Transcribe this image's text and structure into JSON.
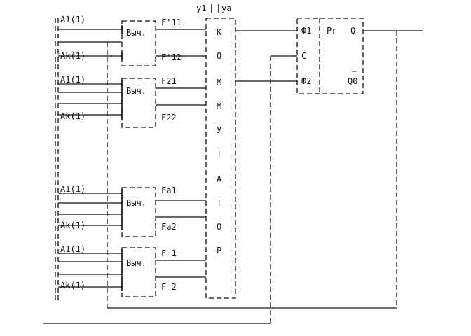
{
  "inputs": {
    "a1": "A1(1)",
    "ak": "Ak(1)"
  },
  "calc_label": "Выч.",
  "outputs": {
    "f11": "F'11",
    "f12": "F'12",
    "f21": "F21",
    "f22": "F22",
    "fa1": "Fa1",
    "fa2": "Fa2",
    "f1": "F 1",
    "f2": "F 2"
  },
  "commutator": {
    "top_left": "y1",
    "top_right": "ya",
    "letters": [
      "К",
      "О",
      "М",
      "М",
      "У",
      "Т",
      "А",
      "Т",
      "О",
      "Р"
    ]
  },
  "register": {
    "in_phi1": "Ф1",
    "in_c": "C",
    "in_phi2": "Ф2",
    "title": "Pr",
    "out_q": "Q",
    "out_qbar": "_",
    "out_q0": "Q0"
  }
}
